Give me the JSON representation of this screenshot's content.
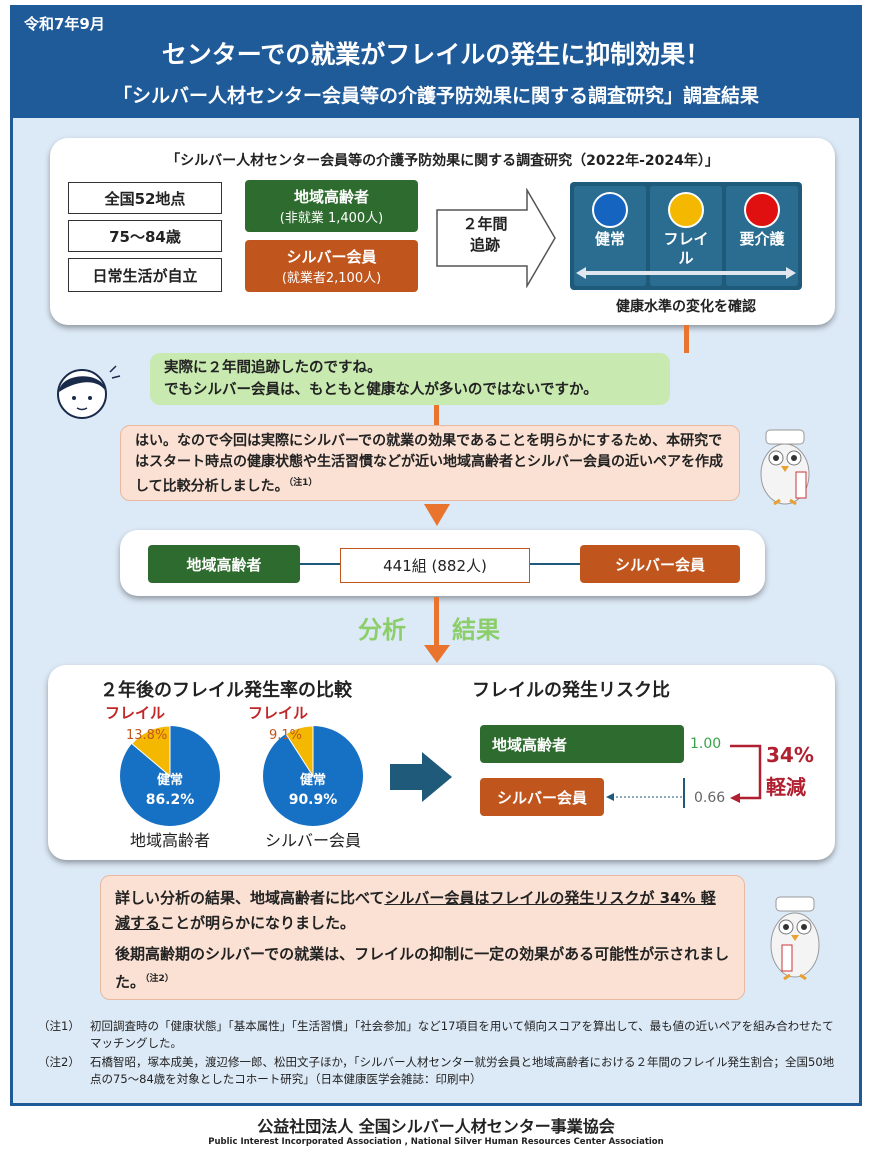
{
  "header": {
    "date": "令和7年9月",
    "title": "センターでの就業がフレイルの発生に抑制効果！",
    "subtitle": "「シルバー人材センター会員等の介護予防効果に関する調査研究」調査結果"
  },
  "study": {
    "title": "「シルバー人材センター会員等の介護予防効果に関する調査研究（2022年-2024年）」",
    "criteria": [
      "全国52地点",
      "75～84歳",
      "日常生活が自立"
    ],
    "groups": [
      {
        "name": "地域高齢者",
        "detail": "(非就業 1,400人)"
      },
      {
        "name": "シルバー会員",
        "detail": "(就業者2,100人)"
      }
    ],
    "follow": "２年間\n追跡",
    "states": [
      {
        "label": "健常",
        "color": "#1565c0"
      },
      {
        "label": "フレイル",
        "color": "#f5b800"
      },
      {
        "label": "要介護",
        "color": "#e01010"
      }
    ],
    "caption": "健康水準の変化を確認"
  },
  "dialog1": {
    "line1": "実際に２年間追跡したのですね。",
    "line2": "でもシルバー会員は、もともと健康な人が多いのではないですか。"
  },
  "dialog2": {
    "text": "はい。なので今回は実際にシルバーでの就業の効果であることを明らかにするため、本研究ではスタート時点の健康状態や生活習慣などが近い地域高齢者とシルバー会員の近いペアを作成して比較分析しました。",
    "note": "（注1）"
  },
  "matching": {
    "left": "地域高齢者",
    "center": "441組 (882人)",
    "right": "シルバー会員"
  },
  "analysis": {
    "a": "分析",
    "b": "結果"
  },
  "results": {
    "pie_title": "２年後のフレイル発生率の比較",
    "risk_title": "フレイルの発生リスク比",
    "pies": [
      {
        "group": "地域高齢者",
        "frail_label": "フレイル",
        "frail": 13.8,
        "frail_text": "13.8%",
        "healthy_label": "健常",
        "healthy_text": "86.2%"
      },
      {
        "group": "シルバー会員",
        "frail_label": "フレイル",
        "frail": 9.1,
        "frail_text": "9.1%",
        "healthy_label": "健常",
        "healthy_text": "90.9%"
      }
    ],
    "risk": [
      {
        "group": "地域高齢者",
        "value": "1.00"
      },
      {
        "group": "シルバー会員",
        "value": "0.66"
      }
    ],
    "reduction": "34%",
    "reduction_label": "軽減"
  },
  "conclusion": {
    "p1a": "詳しい分析の結果、地域高齢者に比べて",
    "p1u": "シルバー会員はフレイルの発生リスクが 34% 軽減する",
    "p1b": "ことが明らかになりました。",
    "p2": "後期高齢期のシルバーでの就業は、フレイルの抑制に一定の効果がある可能性が示されました。",
    "note": "（注2）"
  },
  "notes": [
    {
      "tag": "（注1）",
      "text": "初回調査時の「健康状態」「基本属性」「生活習慣」「社会参加」など17項目を用いて傾向スコアを算出して、最も値の近いペアを組み合わせたてマッチングした。"
    },
    {
      "tag": "（注2）",
      "text": "石橋智昭，塚本成美，渡辺修一郎、松田文子ほか，「シルバー人材センター就労会員と地域高齢者における２年間のフレイル発生割合；全国50地点の75～84歳を対象としたコホート研究」（日本健康医学会雑誌：印刷中）"
    }
  ],
  "footer": {
    "org": "公益社団法人 全国シルバー人材センター事業協会",
    "org_en": "Public Interest Incorporated Association , National Silver Human Resources Center Association"
  },
  "colors": {
    "blue": "#1f5a99",
    "green": "#2e6b2e",
    "orange": "#c0561e",
    "pie_blue": "#1670c4",
    "pie_yellow": "#f5b800"
  }
}
